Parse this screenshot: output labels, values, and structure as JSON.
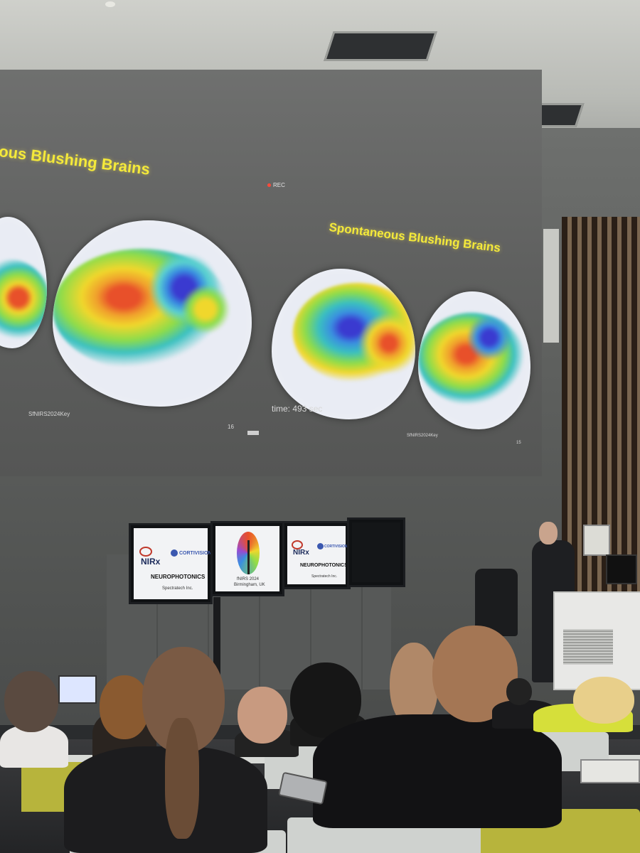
{
  "slide_left": {
    "title": "ous Blushing Brains",
    "footer_tag": "SfNIRS2024Key",
    "page_number": "16",
    "rec_label": "REC"
  },
  "slide_right": {
    "title": "Spontaneous Blushing Brains",
    "time_label": "time: 493 sec",
    "footer_tag": "SfNIRS2024Key",
    "page_number": "15"
  },
  "monitors": [
    {
      "logo_left": "NIRx",
      "logo_right": "CORTIVISION",
      "heading": "NEUROPHOTONICS",
      "sub": "Spectratech Inc."
    },
    {
      "caption": "fNIRS 2024",
      "sub": "Birmingham, UK"
    },
    {
      "logo_left": "NIRx",
      "logo_right": "CORTIVISION",
      "heading": "NEUROPHOTONICS",
      "sub": "Spectratech Inc."
    }
  ],
  "colors": {
    "slide_title": "#f4e93a",
    "heatmap_hot": "#e8502a",
    "heatmap_warm": "#f0d72c",
    "heatmap_cool": "#3a8fe0",
    "heatmap_cold": "#3a3ad0"
  },
  "icons": [
    "rec-dot-icon",
    "nirx-logo-icon",
    "cortivision-logo-icon",
    "brain-logo-icon"
  ]
}
